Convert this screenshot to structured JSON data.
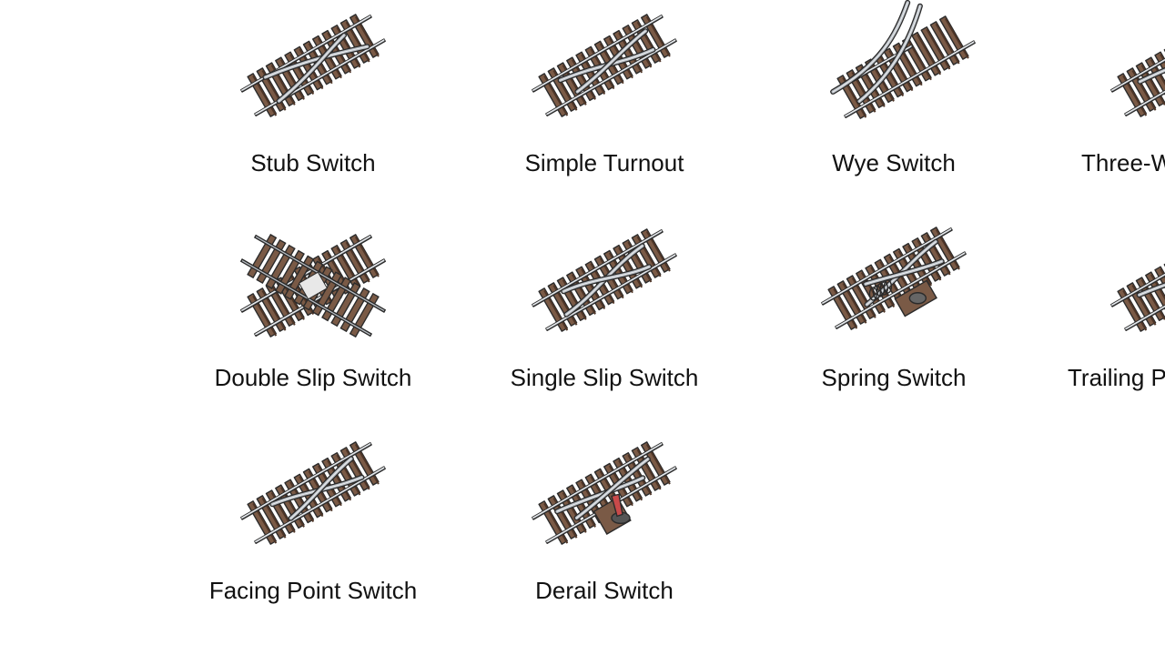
{
  "grid": {
    "rows": [
      [
        {
          "id": "stub",
          "label": "Stub Switch",
          "variant": "stub"
        },
        {
          "id": "simple-turnout",
          "label": "Simple Turnout",
          "variant": "turnout"
        },
        {
          "id": "wye",
          "label": "Wye Switch",
          "variant": "wye"
        },
        {
          "id": "three-way",
          "label": "Three-W",
          "variant": "threeway"
        }
      ],
      [
        {
          "id": "double-slip",
          "label": "Double Slip Switch",
          "variant": "doubleslip"
        },
        {
          "id": "single-slip",
          "label": "Single Slip Switch",
          "variant": "singleslip"
        },
        {
          "id": "spring",
          "label": "Spring Switch",
          "variant": "spring"
        },
        {
          "id": "trailing",
          "label": "Trailing P",
          "variant": "trailing"
        }
      ],
      [
        {
          "id": "facing-point",
          "label": "Facing Point Switch",
          "variant": "facing"
        },
        {
          "id": "derail",
          "label": "Derail Switch",
          "variant": "derail"
        }
      ]
    ]
  },
  "colors": {
    "tie": "#7a5a46",
    "tie_dark": "#4e3527",
    "rail": "#b9bec4",
    "rail_light": "#e9ecef",
    "outline": "#2b2b2b",
    "lever": "#c94a4a",
    "plate": "#8a8a8a"
  }
}
